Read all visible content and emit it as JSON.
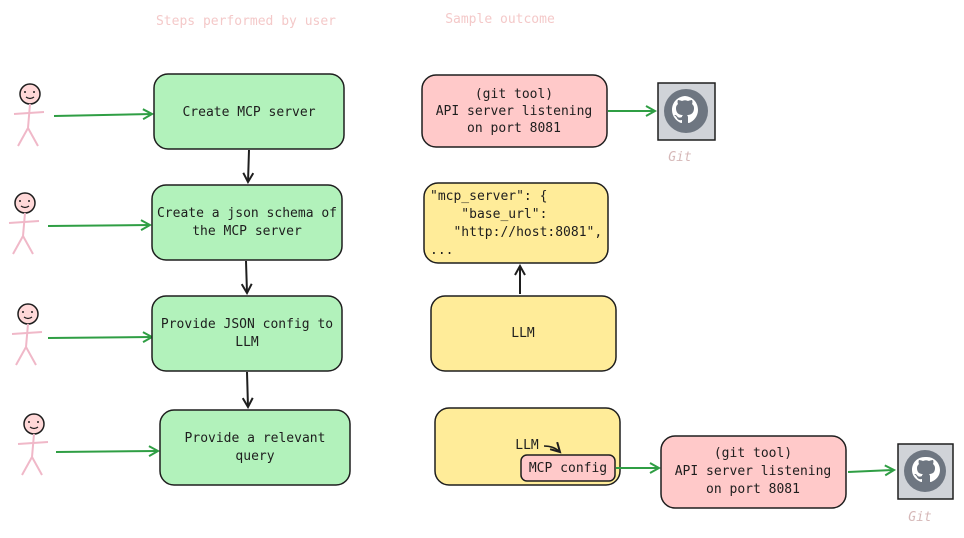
{
  "headers": {
    "left": "Steps performed by user",
    "right": "Sample outcome"
  },
  "steps": [
    {
      "lines": [
        "Create MCP server"
      ]
    },
    {
      "lines": [
        "Create a json schema of",
        "the MCP server"
      ]
    },
    {
      "lines": [
        "Provide JSON config to",
        "LLM"
      ]
    },
    {
      "lines": [
        "Provide a relevant",
        "query"
      ]
    }
  ],
  "outcome": {
    "api_server_1": {
      "lines": [
        "(git tool)",
        "API server listening",
        "on port 8081"
      ]
    },
    "json_snippet": {
      "lines": [
        "\"mcp_server\": {",
        "    \"base_url\":",
        "   \"http://host:8081\",",
        "..."
      ]
    },
    "llm_1": {
      "label": "LLM"
    },
    "llm_2": {
      "label": "LLM"
    },
    "mcp_config": {
      "label": "MCP config"
    },
    "api_server_2": {
      "lines": [
        "(git tool)",
        "API server listening",
        "on port 8081"
      ]
    }
  },
  "git_label": "Git",
  "colors": {
    "green_fill": "#b2f2bb",
    "pink_fill": "#ffc9c9",
    "yellow_fill": "#ffec99",
    "arrow_green": "#2f9e44",
    "stroke": "#1e1e1e",
    "user_pink": "#f0b8c8",
    "git_bg": "#d0d3d8"
  }
}
